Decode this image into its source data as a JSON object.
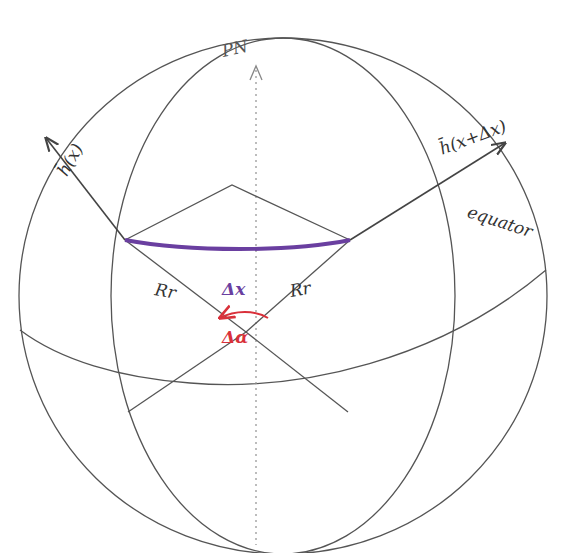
{
  "diagram": {
    "labels": [
      "PN",
      "h̄(x)",
      "h̄(x+Δx)",
      "Δx",
      "Rr",
      "Rr",
      "Δα",
      "equator"
    ]
  }
}
